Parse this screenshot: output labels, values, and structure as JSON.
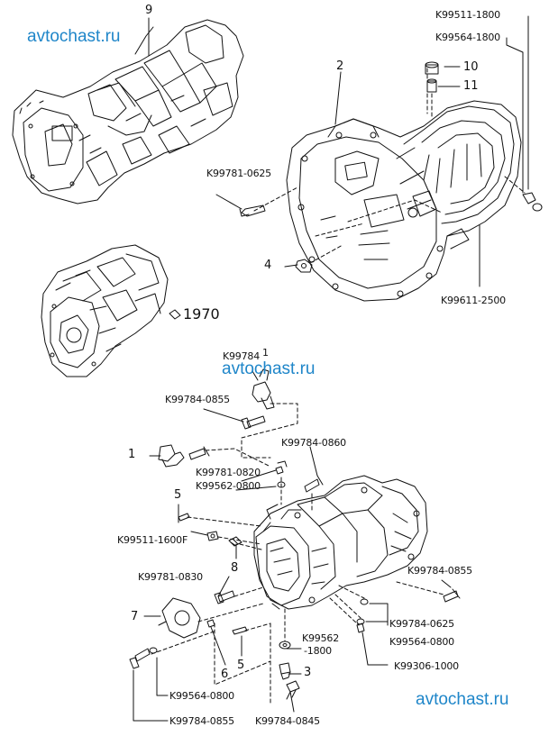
{
  "watermarks": [
    "avtochast.ru",
    "avtochast.ru",
    "avtochast.ru"
  ],
  "callouts": {
    "c9": "9",
    "c2": "2",
    "c10": "10",
    "c11": "11",
    "c4": "4",
    "c1970": "1970",
    "c1": "1",
    "c5a": "5",
    "c8": "8",
    "c7": "7",
    "c6": "6",
    "c5b": "5",
    "c3": "3"
  },
  "parts": {
    "p_K99511_1800": "K99511-1800",
    "p_K99564_1800": "K99564-1800",
    "p_K99781_0625": "K99781-0625",
    "p_K99611_2500": "K99611-2500",
    "p_K99784_1": "K99784",
    "p_K99784_1b": "1",
    "p_K99784_0855_a": "K99784-0855",
    "p_K99784_0860": "K99784-0860",
    "p_K99781_0820": "K99781-0820",
    "p_K99562_0800": "K99562-0800",
    "p_K99511_1600F": "K99511-1600F",
    "p_K99781_0830": "K99781-0830",
    "p_K99784_0855_b": "K99784-0855",
    "p_K99784_0625": "K99784-0625",
    "p_K99564_0800_a": "K99564-0800",
    "p_K99562_1800_a": "K99562",
    "p_K99562_1800_b": "-1800",
    "p_K99306_1000": "K99306-1000",
    "p_K99564_0800_b": "K99564-0800",
    "p_K99784_0855_c": "K99784-0855",
    "p_K99784_0845": "K99784-0845"
  }
}
